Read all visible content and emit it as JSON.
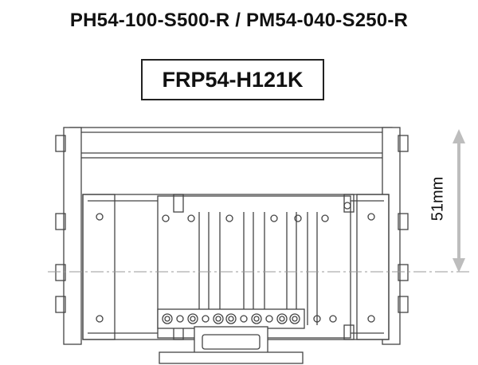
{
  "header": {
    "title": "PH54-100-S500-R / PM54-040-S250-R"
  },
  "model": {
    "label": "FRP54-H121K"
  },
  "dimension": {
    "label": "51mm"
  },
  "colors": {
    "line": "#444444",
    "arrow": "#bdbdbd",
    "centerline": "#9a9a9a"
  }
}
